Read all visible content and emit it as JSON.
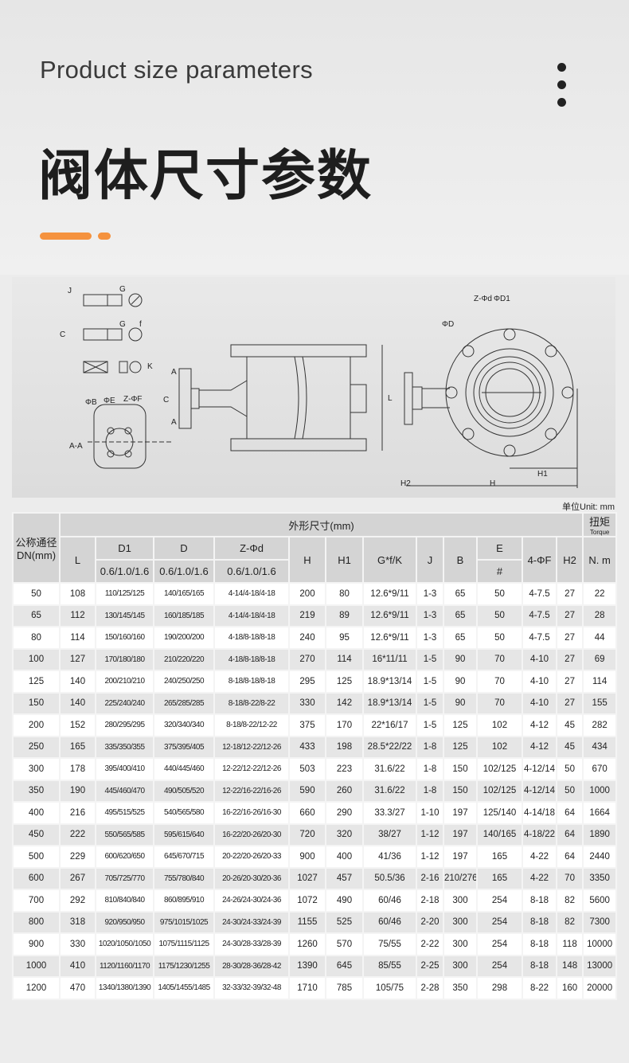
{
  "header": {
    "en_title": "Product size parameters",
    "cn_title": "阀体尺寸参数",
    "accent_color": "#f5923e",
    "menu_icon": "vertical-dots-icon"
  },
  "drawing": {
    "labels": {
      "J": "J",
      "G": "G",
      "C": "C",
      "f": "f",
      "K": "K",
      "AA": "A-A",
      "PhiB": "ΦB",
      "PhiE": "ΦE",
      "ZPhiF": "Z-ΦF",
      "A": "A",
      "L": "L",
      "PhiD": "ΦD",
      "ZPhid": "Z-Φd",
      "PhiD1": "ΦD1",
      "H1": "H1",
      "H2": "H2",
      "H": "H"
    }
  },
  "unit": "单位Unit: mm",
  "table": {
    "headers": {
      "dn": "公称通径",
      "dn2": "DN(mm)",
      "outer": "外形尺寸(mm)",
      "torque": "扭矩",
      "torque_en": "Torque",
      "L": "L",
      "D1": "D1",
      "D": "D",
      "Zd": "Z-Φd",
      "pn": "0.6/1.0/1.6",
      "H": "H",
      "H1": "H1",
      "Gfk": "G*f/K",
      "J": "J",
      "B": "B",
      "E": "E",
      "E2": "#",
      "F": "4-ΦF",
      "H2": "H2",
      "Nm": "N. m"
    },
    "rows": [
      [
        "50",
        "108",
        "110/125/125",
        "140/165/165",
        "4-14/4-18/4-18",
        "200",
        "80",
        "12.6*9/11",
        "1-3",
        "65",
        "50",
        "4-7.5",
        "27",
        "22"
      ],
      [
        "65",
        "112",
        "130/145/145",
        "160/185/185",
        "4-14/4-18/4-18",
        "219",
        "89",
        "12.6*9/11",
        "1-3",
        "65",
        "50",
        "4-7.5",
        "27",
        "28"
      ],
      [
        "80",
        "114",
        "150/160/160",
        "190/200/200",
        "4-18/8-18/8-18",
        "240",
        "95",
        "12.6*9/11",
        "1-3",
        "65",
        "50",
        "4-7.5",
        "27",
        "44"
      ],
      [
        "100",
        "127",
        "170/180/180",
        "210/220/220",
        "4-18/8-18/8-18",
        "270",
        "114",
        "16*11/11",
        "1-5",
        "90",
        "70",
        "4-10",
        "27",
        "69"
      ],
      [
        "125",
        "140",
        "200/210/210",
        "240/250/250",
        "8-18/8-18/8-18",
        "295",
        "125",
        "18.9*13/14",
        "1-5",
        "90",
        "70",
        "4-10",
        "27",
        "114"
      ],
      [
        "150",
        "140",
        "225/240/240",
        "265/285/285",
        "8-18/8-22/8-22",
        "330",
        "142",
        "18.9*13/14",
        "1-5",
        "90",
        "70",
        "4-10",
        "27",
        "155"
      ],
      [
        "200",
        "152",
        "280/295/295",
        "320/340/340",
        "8-18/8-22/12-22",
        "375",
        "170",
        "22*16/17",
        "1-5",
        "125",
        "102",
        "4-12",
        "45",
        "282"
      ],
      [
        "250",
        "165",
        "335/350/355",
        "375/395/405",
        "12-18/12-22/12-26",
        "433",
        "198",
        "28.5*22/22",
        "1-8",
        "125",
        "102",
        "4-12",
        "45",
        "434"
      ],
      [
        "300",
        "178",
        "395/400/410",
        "440/445/460",
        "12-22/12-22/12-26",
        "503",
        "223",
        "31.6/22",
        "1-8",
        "150",
        "102/125",
        "4-12/14",
        "50",
        "670"
      ],
      [
        "350",
        "190",
        "445/460/470",
        "490/505/520",
        "12-22/16-22/16-26",
        "590",
        "260",
        "31.6/22",
        "1-8",
        "150",
        "102/125",
        "4-12/14",
        "50",
        "1000"
      ],
      [
        "400",
        "216",
        "495/515/525",
        "540/565/580",
        "16-22/16-26/16-30",
        "660",
        "290",
        "33.3/27",
        "1-10",
        "197",
        "125/140",
        "4-14/18",
        "64",
        "1664"
      ],
      [
        "450",
        "222",
        "550/565/585",
        "595/615/640",
        "16-22/20-26/20-30",
        "720",
        "320",
        "38/27",
        "1-12",
        "197",
        "140/165",
        "4-18/22",
        "64",
        "1890"
      ],
      [
        "500",
        "229",
        "600/620/650",
        "645/670/715",
        "20-22/20-26/20-33",
        "900",
        "400",
        "41/36",
        "1-12",
        "197",
        "165",
        "4-22",
        "64",
        "2440"
      ],
      [
        "600",
        "267",
        "705/725/770",
        "755/780/840",
        "20-26/20-30/20-36",
        "1027",
        "457",
        "50.5/36",
        "2-16",
        "210/276",
        "165",
        "4-22",
        "70",
        "3350"
      ],
      [
        "700",
        "292",
        "810/840/840",
        "860/895/910",
        "24-26/24-30/24-36",
        "1072",
        "490",
        "60/46",
        "2-18",
        "300",
        "254",
        "8-18",
        "82",
        "5600"
      ],
      [
        "800",
        "318",
        "920/950/950",
        "975/1015/1025",
        "24-30/24-33/24-39",
        "1155",
        "525",
        "60/46",
        "2-20",
        "300",
        "254",
        "8-18",
        "82",
        "7300"
      ],
      [
        "900",
        "330",
        "1020/1050/1050",
        "1075/1115/1125",
        "24-30/28-33/28-39",
        "1260",
        "570",
        "75/55",
        "2-22",
        "300",
        "254",
        "8-18",
        "118",
        "10000"
      ],
      [
        "1000",
        "410",
        "1120/1160/1170",
        "1175/1230/1255",
        "28-30/28-36/28-42",
        "1390",
        "645",
        "85/55",
        "2-25",
        "300",
        "254",
        "8-18",
        "148",
        "13000"
      ],
      [
        "1200",
        "470",
        "1340/1380/1390",
        "1405/1455/1485",
        "32-33/32-39/32-48",
        "1710",
        "785",
        "105/75",
        "2-28",
        "350",
        "298",
        "8-22",
        "160",
        "20000"
      ]
    ]
  }
}
